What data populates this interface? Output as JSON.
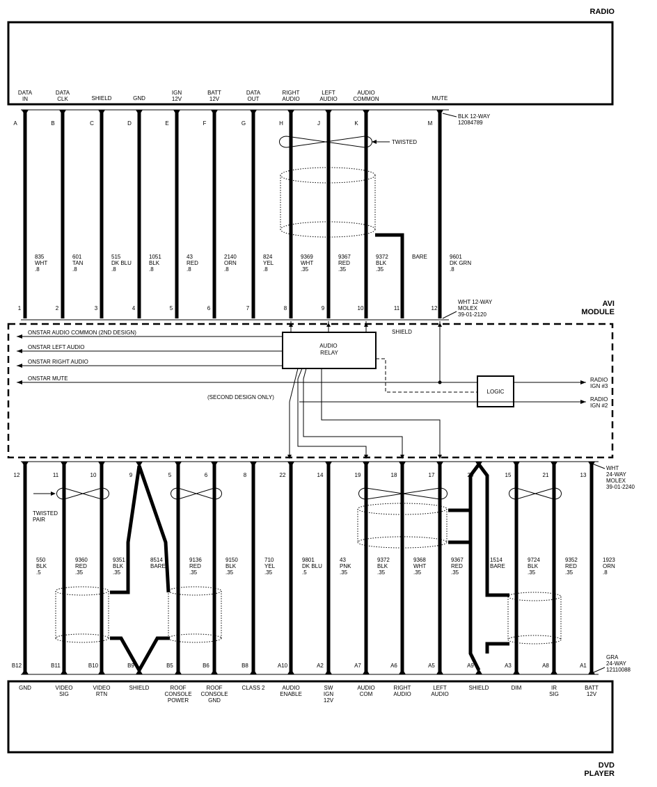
{
  "components": {
    "radio": "RADIO",
    "avi_module": [
      "AVI",
      "MODULE"
    ],
    "dvd_player": [
      "DVD",
      "PLAYER"
    ]
  },
  "top_connector": {
    "radio_label": [
      "BLK 12-WAY",
      "12084789"
    ],
    "avi_label": [
      "WHT 12-WAY",
      "MOLEX",
      "39-01-2120"
    ]
  },
  "bottom_connector": {
    "avi_label": [
      "WHT",
      "24-WAY",
      "MOLEX",
      "39-01-2240"
    ],
    "dvd_label": [
      "GRA",
      "24-WAY",
      "12110088"
    ]
  },
  "top_wires": [
    {
      "func": [
        "DATA",
        "IN"
      ],
      "pin": "A",
      "avi_pin": "1",
      "circuit": "835",
      "color": "WHT",
      "gauge": ".8"
    },
    {
      "func": [
        "DATA",
        "CLK"
      ],
      "pin": "B",
      "avi_pin": "2",
      "circuit": "601",
      "color": "TAN",
      "gauge": ".8"
    },
    {
      "func": [
        "SHIELD"
      ],
      "pin": "C",
      "avi_pin": "3",
      "circuit": "515",
      "color": "DK BLU",
      "gauge": ".8"
    },
    {
      "func": [
        "GND"
      ],
      "pin": "D",
      "avi_pin": "4",
      "circuit": "1051",
      "color": "BLK",
      "gauge": ".8"
    },
    {
      "func": [
        "IGN",
        "12V"
      ],
      "pin": "E",
      "avi_pin": "5",
      "circuit": "43",
      "color": "RED",
      "gauge": ".8"
    },
    {
      "func": [
        "BATT",
        "12V"
      ],
      "pin": "F",
      "avi_pin": "6",
      "circuit": "2140",
      "color": "ORN",
      "gauge": ".8"
    },
    {
      "func": [
        "DATA",
        "OUT"
      ],
      "pin": "G",
      "avi_pin": "7",
      "circuit": "824",
      "color": "YEL",
      "gauge": ".8"
    },
    {
      "func": [
        "RIGHT",
        "AUDIO"
      ],
      "pin": "H",
      "avi_pin": "8",
      "circuit": "9369",
      "color": "WHT",
      "gauge": ".35"
    },
    {
      "func": [
        "LEFT",
        "AUDIO"
      ],
      "pin": "J",
      "avi_pin": "9",
      "circuit": "9367",
      "color": "RED",
      "gauge": ".35"
    },
    {
      "func": [
        "AUDIO",
        "COMMON"
      ],
      "pin": "K",
      "avi_pin": "10",
      "circuit": "9372",
      "color": "BLK",
      "gauge": ".35"
    },
    {
      "func": [],
      "pin": "",
      "avi_pin": "11",
      "circuit": "BARE",
      "color": "",
      "gauge": ""
    },
    {
      "func": [
        "MUTE"
      ],
      "pin": "M",
      "avi_pin": "12",
      "circuit": "9601",
      "color": "DK GRN",
      "gauge": ".8"
    }
  ],
  "twisted_top": "TWISTED",
  "avi_internal": {
    "audio_relay": [
      "AUDIO",
      "RELAY"
    ],
    "logic": "LOGIC",
    "shield": "SHIELD",
    "second_design": "(SECOND DESIGN ONLY)",
    "outputs_left": [
      "ONSTAR AUDIO COMMON (2ND DESIGN)",
      "ONSTAR LEFT AUDIO",
      "ONSTAR RIGHT AUDIO",
      "ONSTAR MUTE"
    ],
    "outputs_right": [
      [
        "RADIO",
        "IGN #3"
      ],
      [
        "RADIO",
        "IGN #2"
      ]
    ]
  },
  "bottom_wires": [
    {
      "avi_pin": "12",
      "dvd_pin": "B12",
      "circuit": "550",
      "color": "BLK",
      "gauge": ".5",
      "func": [
        "GND"
      ]
    },
    {
      "avi_pin": "11",
      "dvd_pin": "B11",
      "circuit": "9360",
      "color": "RED",
      "gauge": ".35",
      "func": [
        "VIDEO",
        "SIG"
      ]
    },
    {
      "avi_pin": "10",
      "dvd_pin": "B10",
      "circuit": "9351",
      "color": "BLK",
      "gauge": ".35",
      "func": [
        "VIDEO",
        "RTN"
      ]
    },
    {
      "avi_pin": "9",
      "dvd_pin": "B9",
      "circuit": "8514",
      "color": "BARE",
      "gauge": "",
      "func": [
        "SHIELD"
      ]
    },
    {
      "avi_pin": "5",
      "dvd_pin": "B5",
      "circuit": "9136",
      "color": "RED",
      "gauge": ".35",
      "func": [
        "ROOF",
        "CONSOLE",
        "POWER"
      ]
    },
    {
      "avi_pin": "6",
      "dvd_pin": "B6",
      "circuit": "9150",
      "color": "BLK",
      "gauge": ".35",
      "func": [
        "ROOF",
        "CONSOLE",
        "GND"
      ]
    },
    {
      "avi_pin": "8",
      "dvd_pin": "B8",
      "circuit": "710",
      "color": "YEL",
      "gauge": ".35",
      "func": [
        "CLASS 2"
      ]
    },
    {
      "avi_pin": "22",
      "dvd_pin": "A10",
      "circuit": "9801",
      "color": "DK BLU",
      "gauge": ".5",
      "func": [
        "AUDIO",
        "ENABLE"
      ]
    },
    {
      "avi_pin": "14",
      "dvd_pin": "A2",
      "circuit": "43",
      "color": "PNK",
      "gauge": ".35",
      "func": [
        "SW",
        "IGN",
        "12V"
      ]
    },
    {
      "avi_pin": "19",
      "dvd_pin": "A7",
      "circuit": "9372",
      "color": "BLK",
      "gauge": ".35",
      "func": [
        "AUDIO",
        "COM"
      ]
    },
    {
      "avi_pin": "18",
      "dvd_pin": "A6",
      "circuit": "9368",
      "color": "WHT",
      "gauge": ".35",
      "func": [
        "RIGHT",
        "AUDIO"
      ]
    },
    {
      "avi_pin": "17",
      "dvd_pin": "A5",
      "circuit": "9367",
      "color": "RED",
      "gauge": ".35",
      "func": [
        "LEFT",
        "AUDIO"
      ]
    },
    {
      "avi_pin": "20",
      "dvd_pin": "A9",
      "circuit": "1514",
      "color": "BARE",
      "gauge": "",
      "func": [
        "SHIELD"
      ]
    },
    {
      "avi_pin": "15",
      "dvd_pin": "A3",
      "circuit": "9724",
      "color": "BLK",
      "gauge": ".35",
      "func": [
        "DIM"
      ]
    },
    {
      "avi_pin": "21",
      "dvd_pin": "A8",
      "circuit": "9352",
      "color": "RED",
      "gauge": ".35",
      "func": [
        "IR",
        "SIG"
      ]
    },
    {
      "avi_pin": "13",
      "dvd_pin": "A1",
      "circuit": "1923",
      "color": "ORN",
      "gauge": ".8",
      "func": [
        "BATT",
        "12V"
      ]
    }
  ],
  "twisted_pair": [
    "TWISTED",
    "PAIR"
  ]
}
